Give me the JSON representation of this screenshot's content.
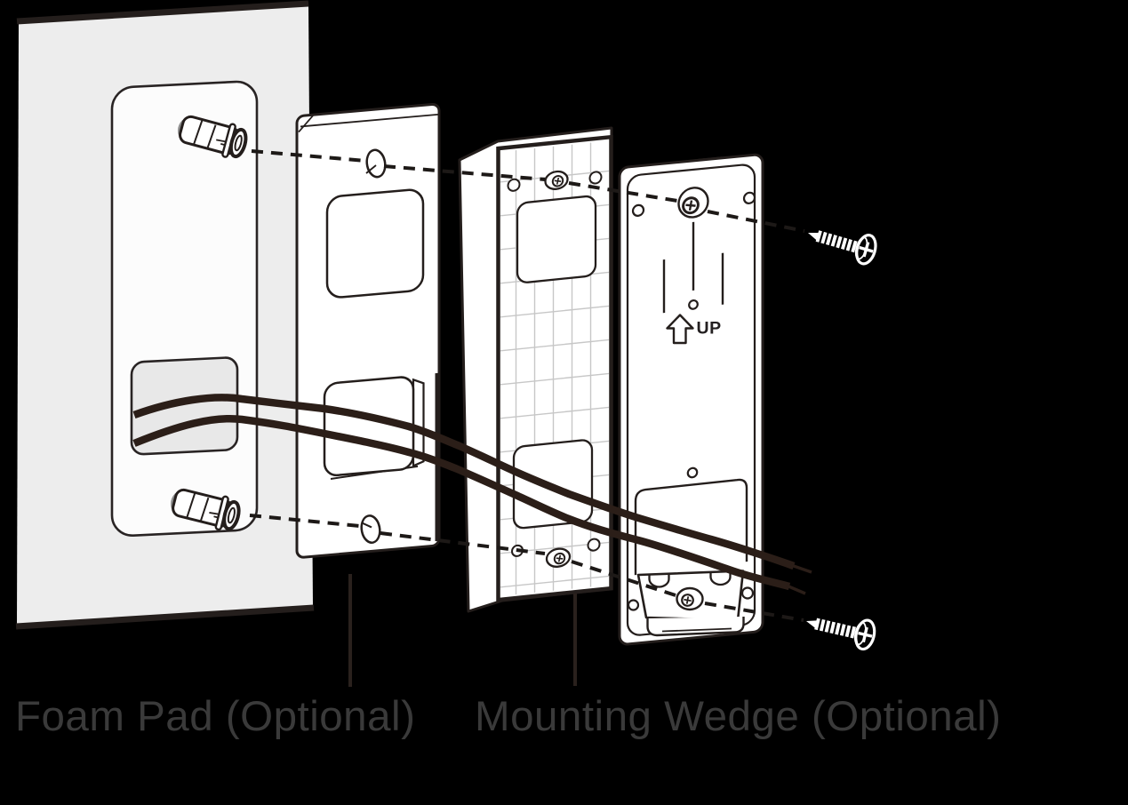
{
  "diagram": {
    "labels": {
      "foam_pad": "Foam Pad (Optional)",
      "mounting_wedge": "Mounting Wedge (Optional)",
      "up_marking": "UP"
    },
    "colors": {
      "background": "#000000",
      "outline": "#241e1c",
      "wall_fill": "#ededed",
      "template_fill": "#fcfcfc",
      "wall_opening_fill": "#e8e8e8",
      "anchor_hole": "#8f8f8f",
      "wedge_grid": "#c7c7c7",
      "wire": "#2b1e18",
      "dashed_line": "#1d1917",
      "leader_line": "#2a211d",
      "label_text": "#3a3a3a",
      "screw": "#ffffff"
    }
  }
}
